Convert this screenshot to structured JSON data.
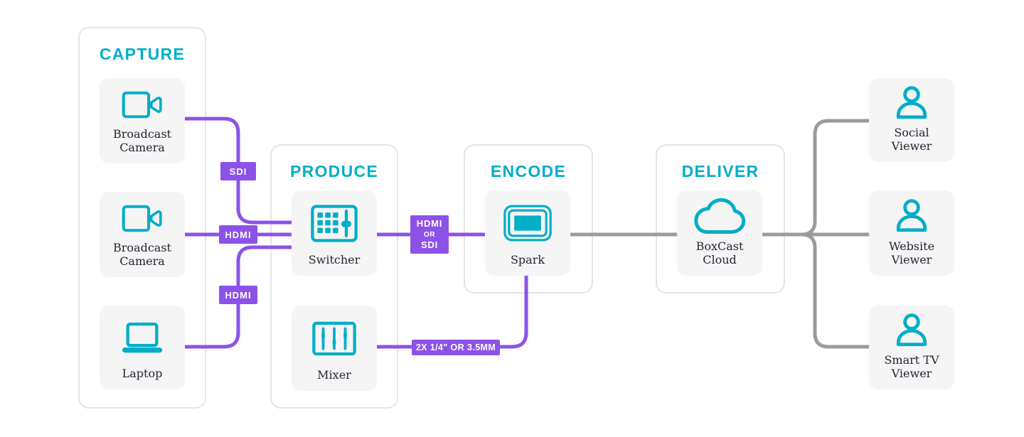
{
  "palette": {
    "teal": "#00aec7",
    "purple": "#8c52e8",
    "gray_line": "#9b9b9b",
    "card_bg": "#f5f5f6",
    "section_border": "#e4e4e6",
    "label_text": "#222733"
  },
  "sections": [
    {
      "id": "capture",
      "title": "CAPTURE"
    },
    {
      "id": "produce",
      "title": "PRODUCE"
    },
    {
      "id": "encode",
      "title": "ENCODE"
    },
    {
      "id": "deliver",
      "title": "DELIVER"
    }
  ],
  "nodes": [
    {
      "id": "broadcast-camera-1",
      "label": "Broadcast Camera",
      "icon": "video-camera-icon"
    },
    {
      "id": "broadcast-camera-2",
      "label": "Broadcast Camera",
      "icon": "video-camera-icon"
    },
    {
      "id": "laptop",
      "label": "Laptop",
      "icon": "laptop-icon"
    },
    {
      "id": "switcher",
      "label": "Switcher",
      "icon": "switcher-icon"
    },
    {
      "id": "mixer",
      "label": "Mixer",
      "icon": "mixer-icon"
    },
    {
      "id": "spark",
      "label": "Spark",
      "icon": "encoder-icon"
    },
    {
      "id": "boxcast-cloud",
      "label": "BoxCast Cloud",
      "icon": "cloud-icon"
    },
    {
      "id": "social-viewer",
      "label": "Social Viewer",
      "icon": "person-icon"
    },
    {
      "id": "website-viewer",
      "label": "Website Viewer",
      "icon": "person-icon"
    },
    {
      "id": "smart-tv-viewer",
      "label": "Smart TV Viewer",
      "icon": "person-icon"
    }
  ],
  "connection_labels": [
    {
      "id": "sdi",
      "text": "SDI"
    },
    {
      "id": "hdmi-camera",
      "text": "HDMI"
    },
    {
      "id": "hdmi-laptop",
      "text": "HDMI"
    },
    {
      "id": "hdmi-or-sdi",
      "lines": [
        "HDMI",
        "OR",
        "SDI"
      ]
    },
    {
      "id": "audio-cable",
      "text": "2X 1/4\" OR 3.5MM"
    }
  ]
}
